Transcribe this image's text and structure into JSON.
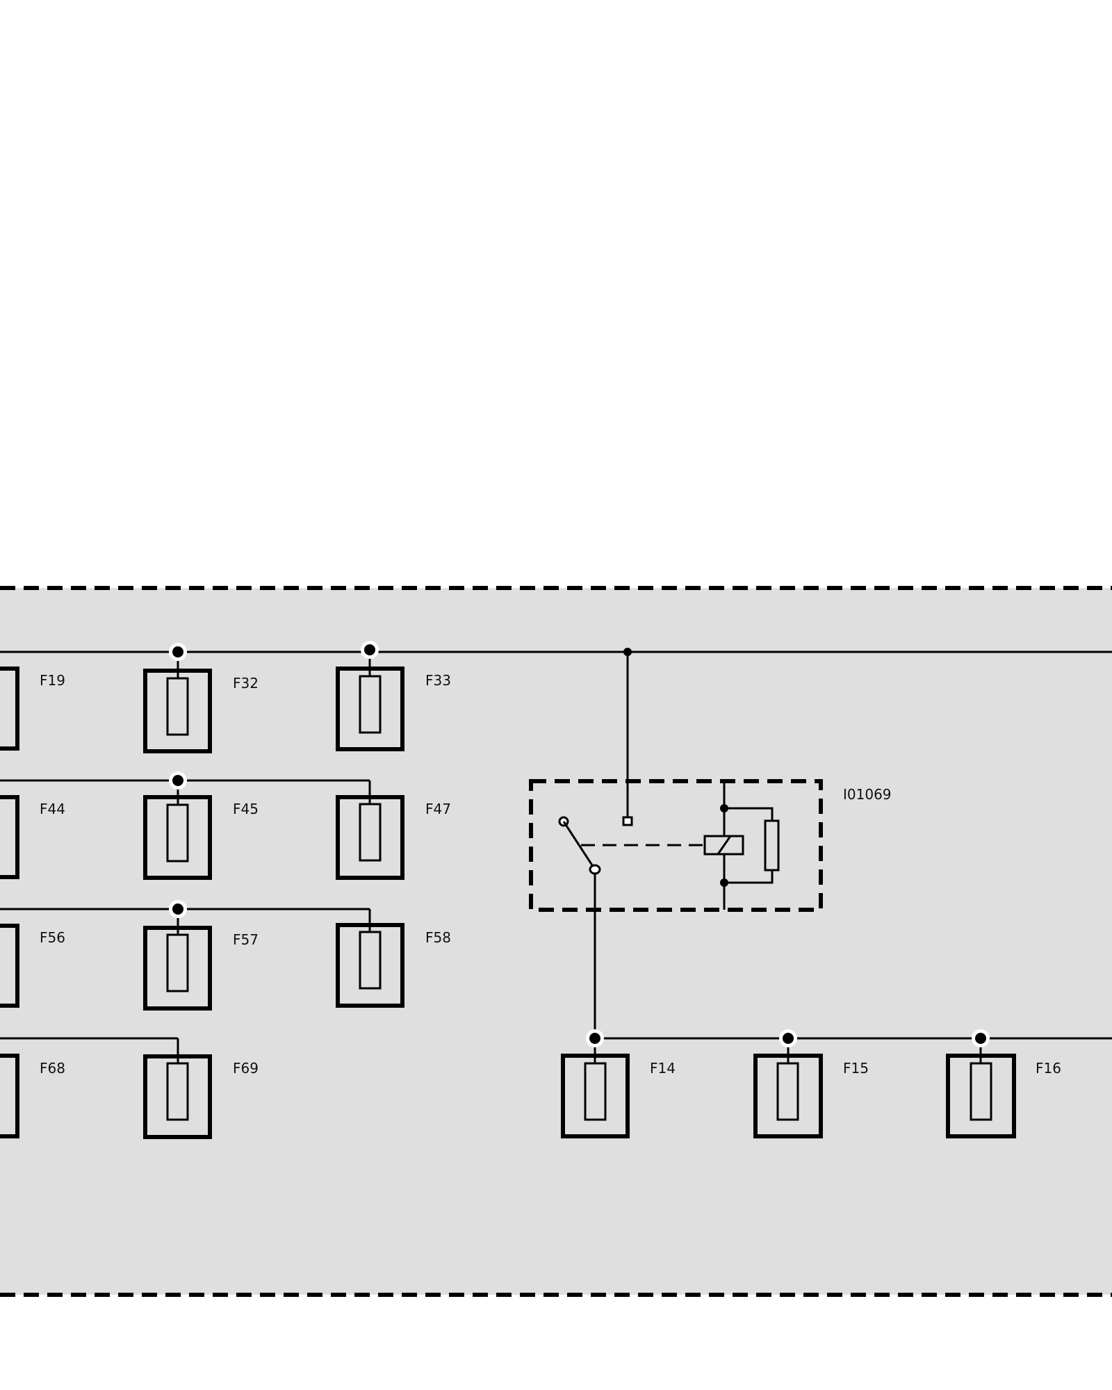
{
  "colors": {
    "panel_fill": "#dfdfdf",
    "line": "#000000",
    "background": "#ffffff",
    "label": "#111111"
  },
  "fuses": {
    "f19": "F19",
    "f32": "F32",
    "f33": "F33",
    "f44": "F44",
    "f45": "F45",
    "f47": "F47",
    "f56": "F56",
    "f57": "F57",
    "f58": "F58",
    "f68": "F68",
    "f69": "F69",
    "f14": "F14",
    "f15": "F15",
    "f16": "F16"
  },
  "relay": {
    "label": "I01069"
  }
}
